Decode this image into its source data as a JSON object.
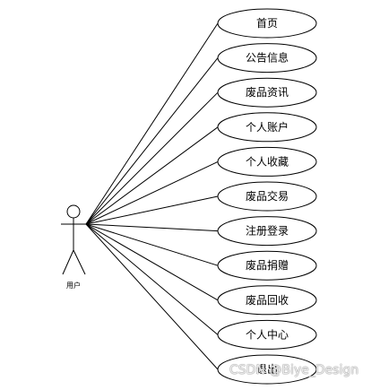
{
  "actor": {
    "label": "用户"
  },
  "use_cases": [
    {
      "label": "首页"
    },
    {
      "label": "公告信息"
    },
    {
      "label": "废品资讯"
    },
    {
      "label": "个人账户"
    },
    {
      "label": "个人收藏"
    },
    {
      "label": "废品交易"
    },
    {
      "label": "注册登录"
    },
    {
      "label": "废品捐赠"
    },
    {
      "label": "废品回收"
    },
    {
      "label": "个人中心"
    },
    {
      "label": "退出"
    }
  ],
  "watermark": "CSDN @Biye_Design",
  "colors": {
    "stroke": "#000000",
    "background": "#ffffff"
  }
}
